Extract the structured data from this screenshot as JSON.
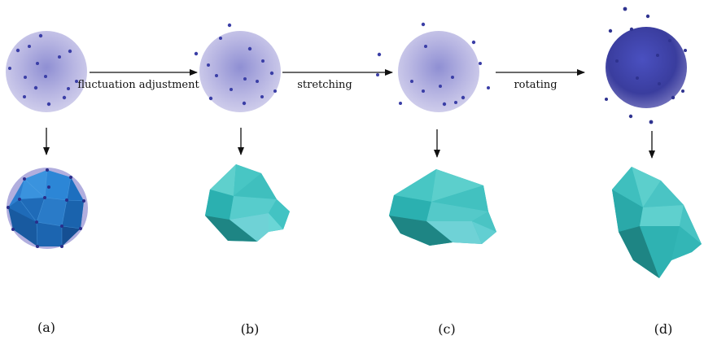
{
  "operations": [
    {
      "label": "fluctuation adjustment"
    },
    {
      "label": "stretching"
    },
    {
      "label": "rotating"
    }
  ],
  "panels": [
    {
      "label": "(a)"
    },
    {
      "label": "(b)"
    },
    {
      "label": "(c)"
    },
    {
      "label": "(d)"
    }
  ],
  "colors": {
    "sphere_light": "#c9c6e8",
    "sphere_dark_center": "#3c3fa8",
    "dots": "#3a3ea6",
    "polyhedron_blue": "#1a73c4",
    "polyhedron_teal": "#3ec3c4",
    "polyhedron_teal_dark": "#1f8c8a",
    "arrow": "#111111"
  }
}
